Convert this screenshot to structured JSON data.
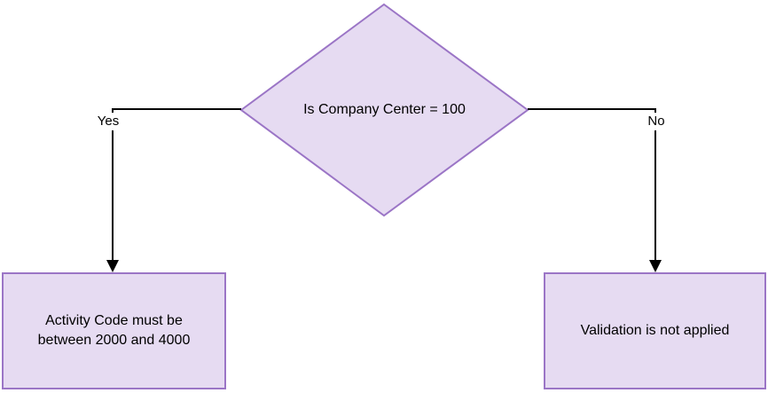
{
  "diagram": {
    "decision": {
      "label": "Is Company Center = 100"
    },
    "branches": {
      "yes": {
        "label": "Yes",
        "result": "Activity Code must be between 2000 and 4000"
      },
      "no": {
        "label": "No",
        "result": "Validation is not applied"
      }
    },
    "icons": {
      "yes_arrowhead": "down-arrowhead",
      "no_arrowhead": "down-arrowhead"
    },
    "colors": {
      "shape_fill": "#E6DBF2",
      "shape_border": "#9B75C6",
      "connector": "#000000",
      "text": "#000000",
      "canvas_bg": "#FFFFFF"
    }
  }
}
